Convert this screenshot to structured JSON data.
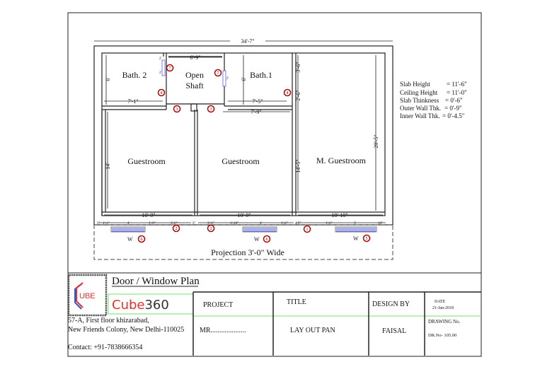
{
  "plan": {
    "overall_width": "34'-7\"",
    "rooms": {
      "bath2": "Bath. 2",
      "open_shaft_1": "Open",
      "open_shaft_2": "Shaft",
      "bath1": "Bath.1",
      "guestroom1": "Guestroom",
      "guestroom2": "Guestroom",
      "m_guestroom": "M. Guestroom"
    },
    "dims": {
      "shaft_w": "6'-9\"",
      "bath2_h": "6'",
      "bath2_w": "7'-1\"",
      "bath1_h": "6'",
      "bath1_w": "7'-5\"",
      "passage_w": "7'-9\"",
      "right_3_6": "3'-6\"",
      "right_2_6": "2'-6\"",
      "g1_h": "14'",
      "m_h": "14'-5\"",
      "m_total_h": "20'-5\"",
      "g1_w": "10'-9\"",
      "g2_w": "10'-9\"",
      "m_w": "10'-10\"",
      "b1": "9\"",
      "b2": "1'-1\"",
      "b3": "4'",
      "b4": "1'-9\"",
      "b5": "3'-6\"",
      "b6": "9\"",
      "b7": "3'-6\"",
      "b8": "1'-10\"",
      "b9": "4'",
      "b10": "1'-6\"",
      "b11": "4.5\"",
      "b12": "1'-6\"",
      "b13": "5'",
      "b14": "10\"",
      "sv1": "2'",
      "sv2": "2'",
      "sv3": "2'"
    },
    "tags": {
      "t7a": "7",
      "t7b": "7",
      "t4a": "4",
      "t4b": "4",
      "t3a": "3",
      "t3b": "3",
      "t2a": "2",
      "t2b": "2",
      "t1": "1",
      "t6a": "6",
      "t6b": "6",
      "t5": "5"
    },
    "window_label": "W",
    "projection": "Projection 3'-0\" Wide"
  },
  "notes": [
    {
      "label": "Slab Height",
      "value": "= 11'-6\""
    },
    {
      "label": "Ceiling Height",
      "value": "= 11'-0\""
    },
    {
      "label": "Slab Thinkness",
      "value": "= 0'-6\""
    },
    {
      "label": "Outer Wall Thk.",
      "value": "= 0'-9\""
    },
    {
      "label": "Inner Wall Thk.",
      "value": "= 0'-4.5\""
    }
  ],
  "title_block": {
    "plan_title": "Door / Window Plan",
    "logo_text": "UBE",
    "brand_a": "Cube",
    "brand_b": "360",
    "address1": "57-A, First floor khizarabad,",
    "address2": "New Friends Colony, New Delhi-110025",
    "contact": "Contact: +91-7838666354",
    "project_label": "PROJECT",
    "project_value": "MR....................",
    "title_label": "TITLE",
    "title_value": "LAY OUT PAN",
    "design_label": "DESIGN BY",
    "design_value": "FAISAL",
    "date_label": "DATE",
    "date_value": "21-Jan-2018",
    "drawing_label": "DRAWING No.",
    "drawing_value": "DR.No- 105.00"
  },
  "colors": {
    "window": "#5560e0",
    "tag": "#b00000",
    "brand_red": "#e53030",
    "green": "#6ce06c"
  }
}
